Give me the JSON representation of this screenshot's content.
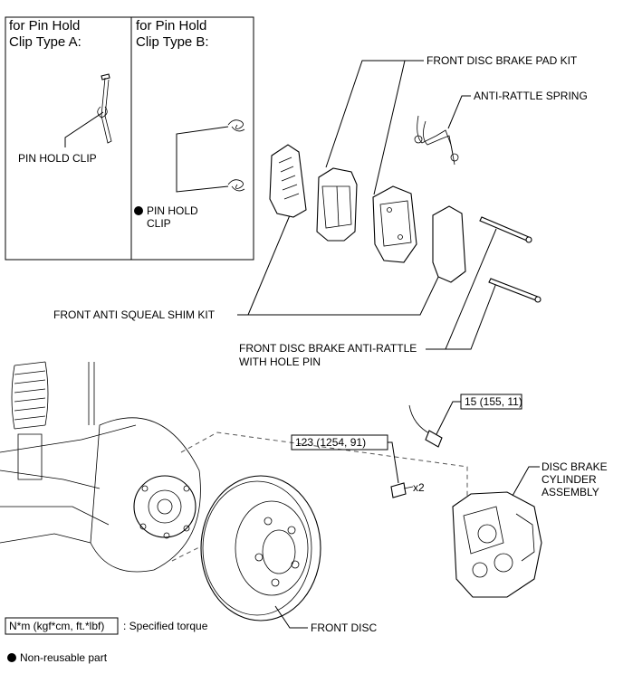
{
  "inset": {
    "type_a": {
      "line1": "for Pin Hold",
      "line2": "Clip Type A:",
      "clip_label": "PIN HOLD CLIP"
    },
    "type_b": {
      "line1": "for Pin Hold",
      "line2": "Clip Type B:",
      "clip_label_line1": "PIN HOLD",
      "clip_label_line2": "CLIP"
    }
  },
  "labels": {
    "pad_kit": "FRONT DISC BRAKE PAD KIT",
    "anti_rattle_spring": "ANTI-RATTLE SPRING",
    "shim_kit": "FRONT ANTI SQUEAL SHIM KIT",
    "hole_pin_line1": "FRONT DISC BRAKE ANTI-RATTLE",
    "hole_pin_line2": "WITH HOLE PIN",
    "caliper_line1": "DISC BRAKE",
    "caliper_line2": "CYLINDER",
    "caliper_line3": "ASSEMBLY",
    "front_disc": "FRONT DISC"
  },
  "torques": {
    "brake_hose": "15 (155, 11)",
    "caliper_bolt": "123 (1254, 91)",
    "bolt_qty": "x2"
  },
  "legend": {
    "torque_box": "N*m (kgf*cm, ft.*lbf)",
    "torque_desc": ": Specified torque",
    "non_reusable": "Non-reusable part"
  }
}
